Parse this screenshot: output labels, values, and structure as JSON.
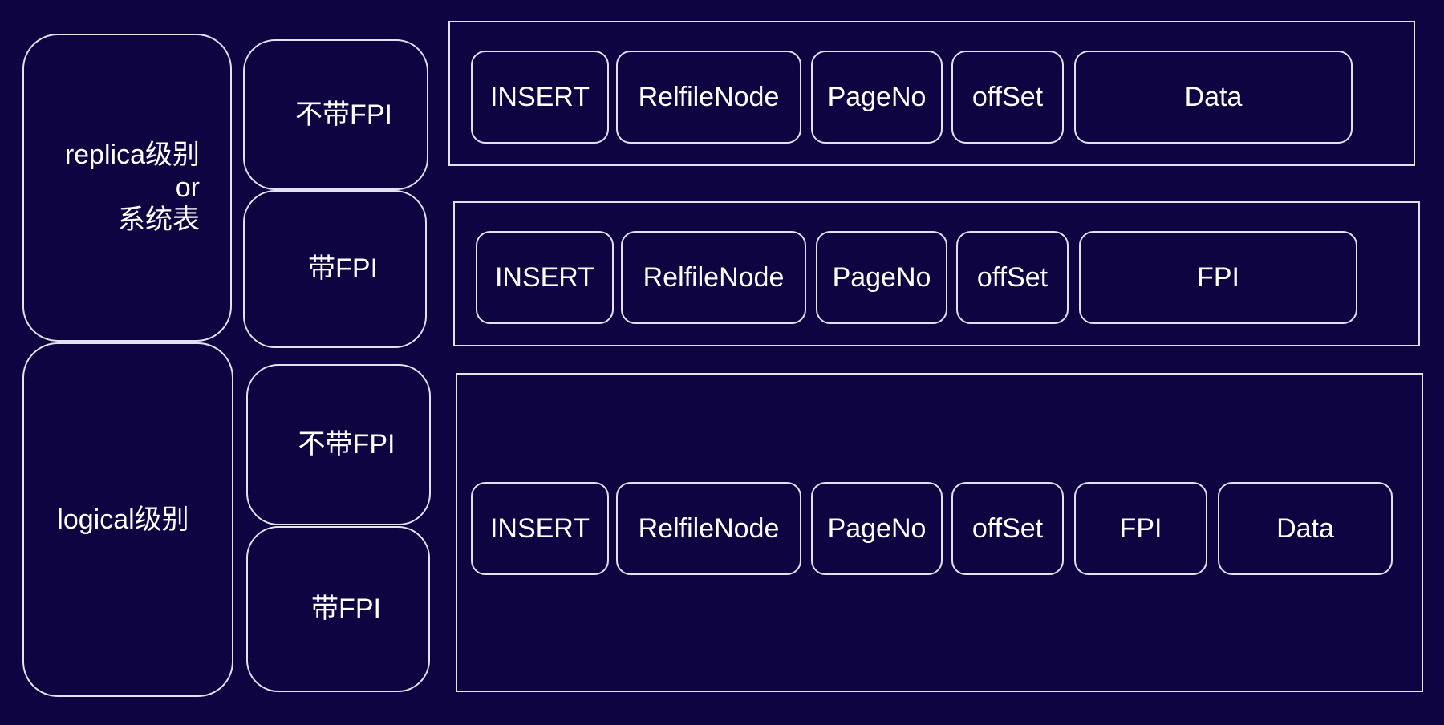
{
  "levels": {
    "replica": {
      "label": "replica级别\nor\n系统表"
    },
    "logical": {
      "label": "logical级别"
    }
  },
  "fpi_options": {
    "replica_without_fpi": "不带FPI",
    "replica_with_fpi": "带FPI",
    "logical_without_fpi": "不带FPI",
    "logical_with_fpi": "带FPI"
  },
  "records": {
    "replica_no_fpi": [
      "INSERT",
      "RelfileNode",
      "PageNo",
      "offSet",
      "Data"
    ],
    "replica_with_fpi": [
      "INSERT",
      "RelfileNode",
      "PageNo",
      "offSet",
      "FPI"
    ],
    "logical": [
      "INSERT",
      "RelfileNode",
      "PageNo",
      "offSet",
      "FPI",
      "Data"
    ]
  },
  "colors": {
    "background": "#0f0442",
    "stroke": "#e6e0f0",
    "text": "#ffffff"
  }
}
